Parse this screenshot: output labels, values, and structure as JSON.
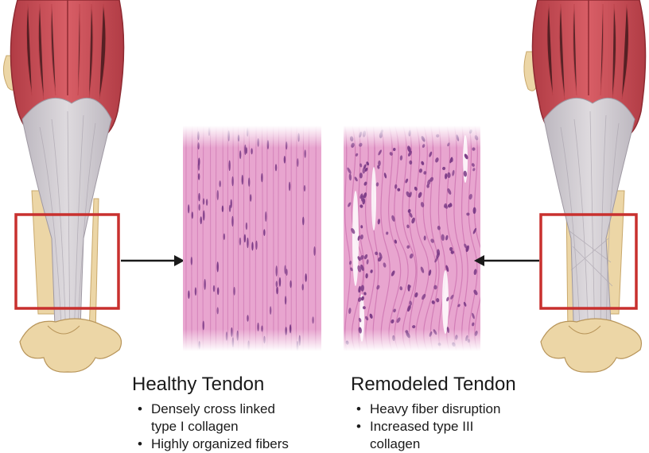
{
  "healthy": {
    "title": "Healthy Tendon",
    "bullets": [
      "Densely cross linked\ntype I collagen",
      "Highly organized fibers"
    ]
  },
  "remodeled": {
    "title": "Remodeled Tendon",
    "bullets": [
      "Heavy fiber disruption",
      "Increased type III\ncollagen"
    ]
  },
  "colors": {
    "muscle": "#d1525a",
    "muscle_dark": "#a8343c",
    "tendon": "#cfcbd1",
    "bone": "#ecd6a6",
    "highlight_box": "#c8302e",
    "tissue_pink": "#e8a5cf",
    "nuclei": "#7a3a86",
    "arrow": "#1a1a1a"
  }
}
